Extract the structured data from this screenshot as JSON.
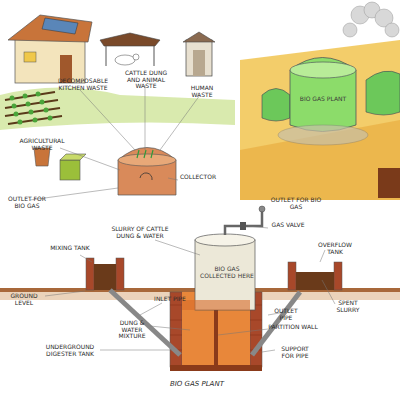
{
  "diagram": {
    "caption": "BIO GAS PLANT",
    "nodes": [
      {
        "text": [
          "BIO GAS PLANT"
        ]
      },
      {
        "text": [
          "BIO GAS COLLECTED HERE"
        ]
      }
    ],
    "labels": [
      "DECOMPOSABLE KITCHEN WASTE",
      "CATTLE DUNG AND ANIMAL WASTE",
      "HUMAN WASTE",
      "AGRICULTURAL WASTE",
      "COLLECTOR",
      "OUTLET FOR BIO GAS",
      "OUTLET FOR BIO GAS",
      "GAS VALVE",
      "SLURRY OF CATTLE DUNG & WATER",
      "MIXING TANK",
      "OVERFLOW TANK",
      "GROUND LEVEL",
      "INLET PIPE",
      "DUNG & WATER MIXTURE",
      "UNDERGROUND DIGESTER TANK",
      "OUTLET PIPE",
      "PARTITION WALL",
      "SPENT SLURRY",
      "SUPPORT FOR PIPE"
    ]
  }
}
